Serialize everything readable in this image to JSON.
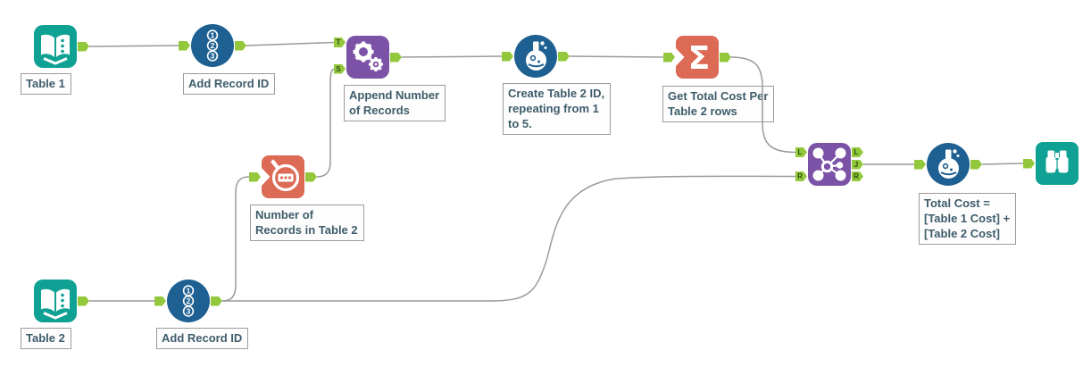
{
  "app": {
    "name": "Alteryx workflow canvas"
  },
  "colors": {
    "teal": "#0FA194",
    "blue": "#1E6092",
    "purple": "#7B52A6",
    "orange": "#DC6A55",
    "anchor_green": "#93C83D",
    "wire_gray": "#9A9A9A",
    "annotation_text": "#3E5C6B"
  },
  "tools": {
    "input1": {
      "tool": "Input Data",
      "annotation": "Table 1"
    },
    "recordid1": {
      "tool": "Record ID",
      "annotation": "Add Record ID",
      "digits": [
        "1",
        "2",
        "3"
      ]
    },
    "append": {
      "tool": "Append Fields",
      "annotation": "Append Number\nof Records",
      "anchors": {
        "in_top": "T",
        "in_bottom": "S"
      }
    },
    "formula1": {
      "tool": "Formula",
      "annotation": "Create Table 2 ID,\nrepeating from 1\nto 5."
    },
    "summarize": {
      "tool": "Summarize",
      "sigma": "Σ",
      "annotation": "Get Total Cost Per\nTable 2 rows"
    },
    "count": {
      "tool": "Count Records",
      "annotation": "Number of\nRecords in Table 2"
    },
    "input2": {
      "tool": "Input Data",
      "annotation": "Table 2"
    },
    "recordid2": {
      "tool": "Record ID",
      "annotation": "Add Record ID",
      "digits": [
        "1",
        "2",
        "3"
      ]
    },
    "join": {
      "tool": "Join",
      "anchors": {
        "in_left": "L",
        "in_right": "R",
        "out_left": "L",
        "out_join": "J",
        "out_right": "R"
      }
    },
    "formula2": {
      "tool": "Formula",
      "annotation": "Total Cost =\n[Table 1 Cost] +\n[Table 2 Cost]"
    },
    "browse": {
      "tool": "Browse"
    }
  }
}
